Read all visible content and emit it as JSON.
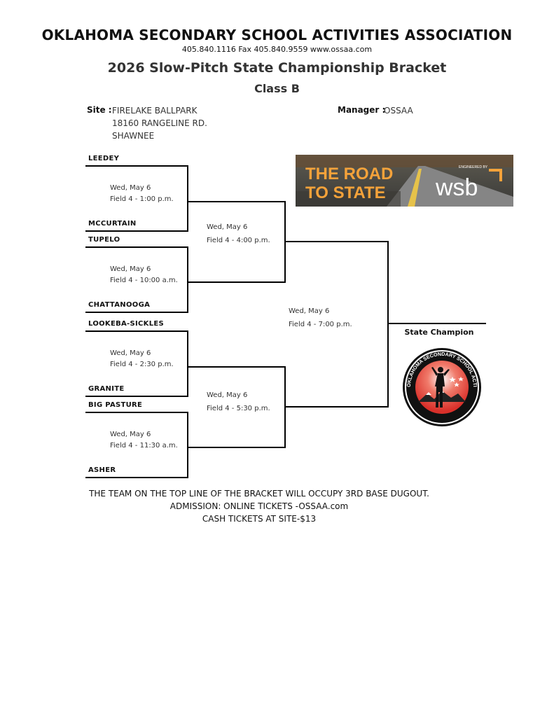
{
  "header": {
    "org_name": "OKLAHOMA SECONDARY SCHOOL ACTIVITIES ASSOCIATION",
    "contact": "405.840.1116   Fax 405.840.9559  www.ossaa.com",
    "title": "2026 Slow-Pitch State Championship Bracket",
    "class": "Class B"
  },
  "site": {
    "label": "Site :",
    "lines": [
      "FIRELAKE BALLPARK",
      "18160 RANGELINE RD.",
      "SHAWNEE"
    ]
  },
  "manager": {
    "label": "Manager :",
    "value": "OSSAA"
  },
  "teams": [
    "LEEDEY",
    "MCCURTAIN",
    "TUPELO",
    "CHATTANOOGA",
    "LOOKEBA-SICKLES",
    "GRANITE",
    "BIG PASTURE",
    "ASHER"
  ],
  "round1": [
    {
      "date": "Wed, May 6",
      "field": "Field 4 - 1:00 p.m."
    },
    {
      "date": "Wed, May 6",
      "field": "Field 4 - 10:00 a.m."
    },
    {
      "date": "Wed, May 6",
      "field": "Field 4 - 2:30 p.m."
    },
    {
      "date": "Wed, May 6",
      "field": "Field 4 - 11:30 a.m."
    }
  ],
  "round2": [
    {
      "date": "Wed, May 6",
      "field": "Field 4 - 4:00 p.m."
    },
    {
      "date": "Wed, May 6",
      "field": "Field 4 - 5:30 p.m."
    }
  ],
  "final": {
    "date": "Wed, May 6",
    "field": "Field 4 - 7:00 p.m."
  },
  "champion_label": "State Champion",
  "banner": {
    "line1": "THE ROAD",
    "line2": "TO STATE",
    "small": "ENGINEERED BY",
    "brand": "wsb"
  },
  "logo": {
    "arc_text": "OKLAHOMA SECONDARY SCHOOL ACTIVITIES ASSOCIATION"
  },
  "footer": [
    "THE  TEAM ON THE TOP LINE OF THE BRACKET WILL OCCUPY 3RD BASE DUGOUT.",
    "ADMISSION: ONLINE TICKETS -OSSAA.com",
    "CASH TICKETS AT SITE-$13"
  ],
  "colors": {
    "banner_orange": "#f4a23a",
    "logo_red": "#d9302a"
  }
}
